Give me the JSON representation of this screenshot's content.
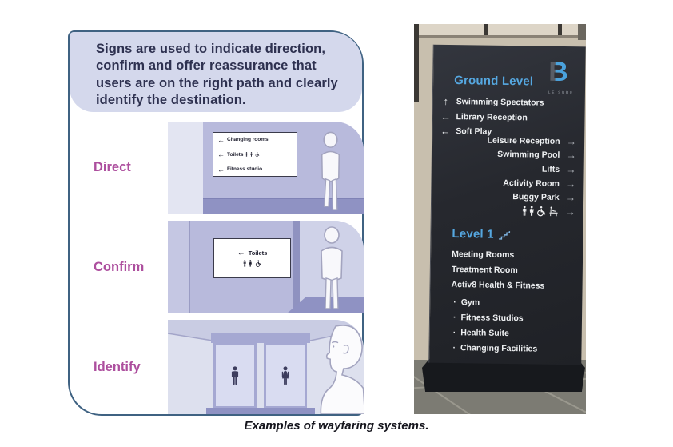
{
  "caption": "Examples of wayfaring systems.",
  "infographic": {
    "intro": "Signs are used to indicate direction, confirm and offer reassurance that users are on the right path and clearly identify the destination.",
    "rows": {
      "direct": {
        "label": "Direct"
      },
      "confirm": {
        "label": "Confirm"
      },
      "identify": {
        "label": "Identify"
      }
    },
    "direct_sign": {
      "arrow": "←",
      "items": [
        "Changing rooms",
        "Toilets",
        "Fitness studio"
      ],
      "icons": [
        "man-icon",
        "woman-icon",
        "wheelchair-icon"
      ]
    },
    "confirm_sign": {
      "arrow": "←",
      "title": "Toilets",
      "icons": [
        "man-icon",
        "woman-icon",
        "wheelchair-icon"
      ]
    },
    "identify_doors": {
      "icons": [
        "man-icon",
        "woman-icon"
      ]
    },
    "colors": {
      "label_magenta": "#ad4f9e",
      "intro_bg": "#d4d8ec",
      "intro_text": "#2e3150",
      "wall_purple": "#b8badc",
      "floor_purple": "#8f92c3",
      "card_border": "#3f6282"
    }
  },
  "photo": {
    "logo": {
      "letter": "B",
      "caption": "LEISURE"
    },
    "ground": {
      "title": "Ground Level",
      "left_items": [
        {
          "arrow": "↑",
          "label": "Swimming Spectators"
        },
        {
          "arrow": "←",
          "label": "Library Reception"
        },
        {
          "arrow": "←",
          "label": "Soft Play"
        }
      ],
      "right_items": [
        {
          "label": "Leisure Reception",
          "arrow": "→"
        },
        {
          "label": "Swimming Pool",
          "arrow": "→"
        },
        {
          "label": "Lifts",
          "arrow": "→"
        },
        {
          "label": "Activity Room",
          "arrow": "→"
        },
        {
          "label": "Buggy Park",
          "arrow": "→"
        }
      ],
      "facilities_row": {
        "icons": [
          "man-icon",
          "woman-icon",
          "wheelchair-icon",
          "baby-change-icon"
        ],
        "arrow": "→"
      }
    },
    "level1": {
      "title": "Level 1",
      "items": [
        "Meeting Rooms",
        "Treatment Room",
        "Activ8 Health & Fitness"
      ],
      "sub_items": [
        "Gym",
        "Fitness Studios",
        "Health Suite",
        "Changing Facilities"
      ]
    },
    "colors": {
      "board_bg": "#26292f",
      "heading_blue": "#55a7e0",
      "text_white": "#eef0f2",
      "arrow_gray": "#b4b8be"
    }
  }
}
